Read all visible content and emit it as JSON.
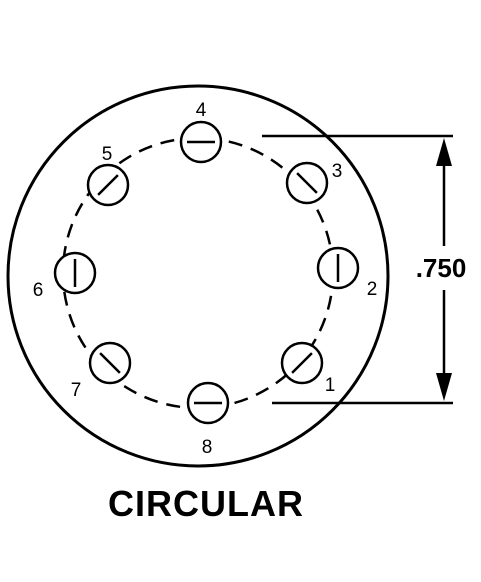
{
  "diagram": {
    "caption": "CIRCULAR",
    "dimension_label": ".750",
    "line_color": "#000000",
    "background_color": "#ffffff",
    "positions": [
      {
        "number": "1",
        "slot_angle_deg": 45
      },
      {
        "number": "2",
        "slot_angle_deg": 90
      },
      {
        "number": "3",
        "slot_angle_deg": 135
      },
      {
        "number": "4",
        "slot_angle_deg": 0
      },
      {
        "number": "5",
        "slot_angle_deg": 45
      },
      {
        "number": "6",
        "slot_angle_deg": 90
      },
      {
        "number": "7",
        "slot_angle_deg": 135
      },
      {
        "number": "8",
        "slot_angle_deg": 0
      }
    ]
  }
}
